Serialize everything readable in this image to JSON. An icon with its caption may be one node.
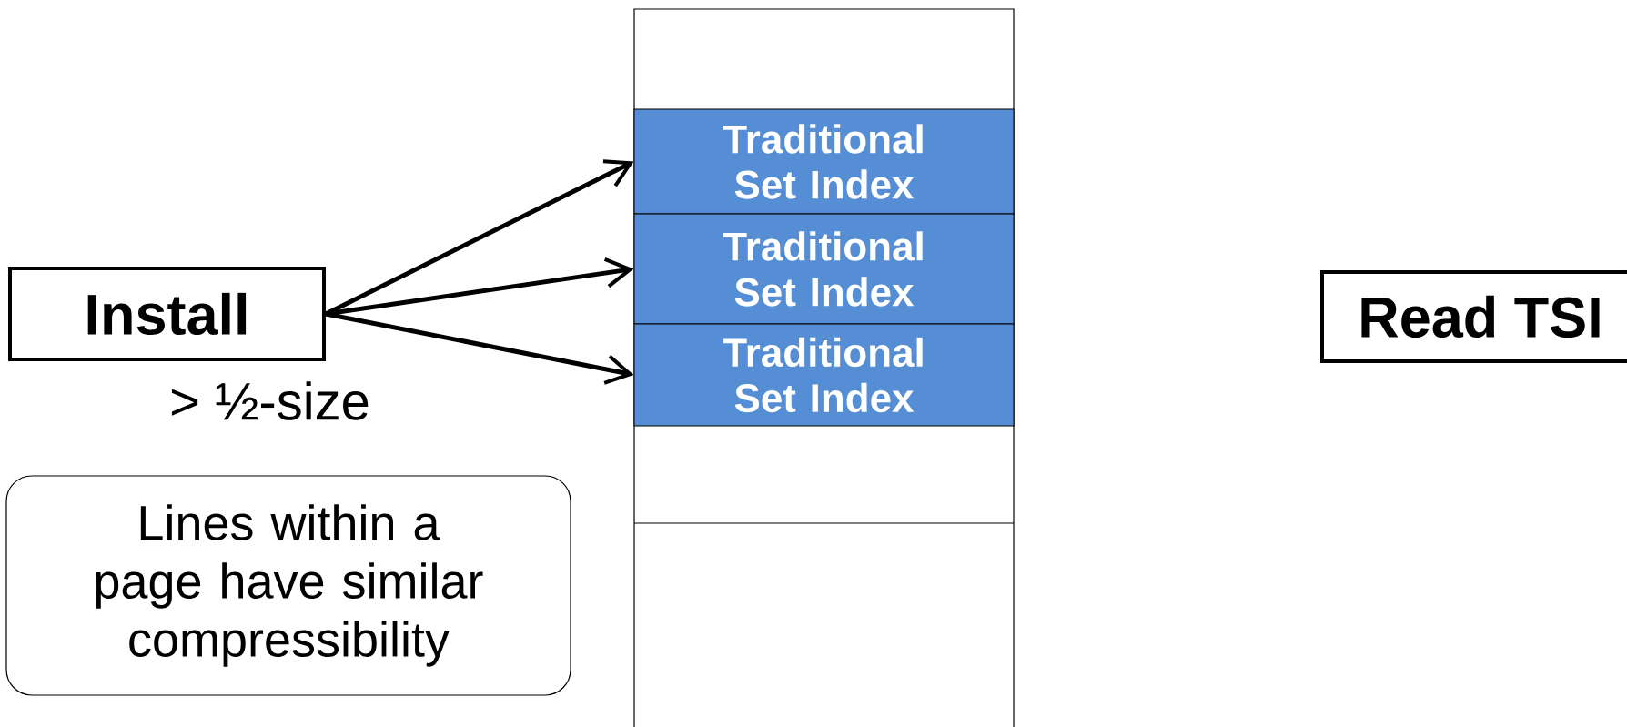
{
  "diagram": {
    "nodes": [
      {
        "text": [
          "Install"
        ],
        "beside": [
          "> ½-size"
        ]
      },
      {
        "text": [],
        "shape": "box"
      },
      {
        "text": [
          "Traditional Set Index"
        ],
        "in": 1
      },
      {
        "text": [
          "Traditional Set Index"
        ],
        "in": 1
      },
      {
        "text": [
          "Traditional Set Index"
        ],
        "in": 1
      },
      {
        "text": [
          "Read TSI"
        ]
      },
      {
        "text": [
          "Lines within a page have similar compressibility"
        ]
      }
    ],
    "edges": [
      {
        "from": 0,
        "to": 2,
        "arrow": "to"
      },
      {
        "from": 0,
        "to": 3,
        "arrow": "to"
      },
      {
        "from": 0,
        "to": 4,
        "arrow": "to"
      }
    ]
  }
}
